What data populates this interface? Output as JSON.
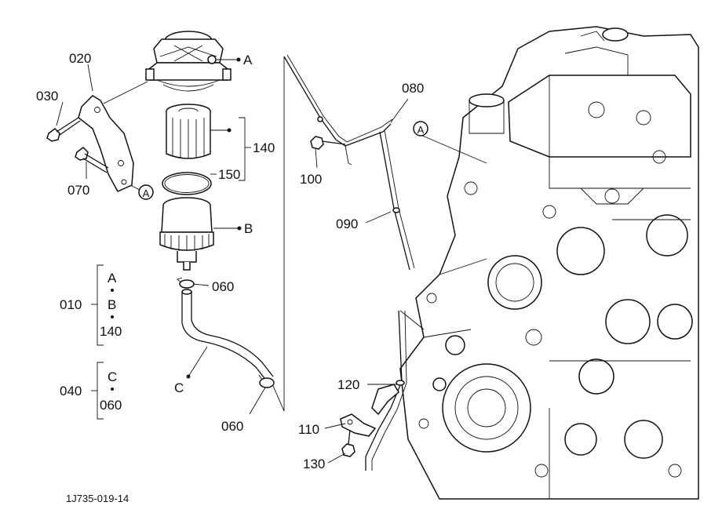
{
  "labels": {
    "p020": "020",
    "p030": "030",
    "p070": "070",
    "p140": "140",
    "p150": "150",
    "pA_head": "A",
    "pA_bracket": "A",
    "pB": "B",
    "p060_top": "060",
    "p060_bottom": "060",
    "pC": "C",
    "p080": "080",
    "pA_engine": "A",
    "p100": "100",
    "p090": "090",
    "p120": "120",
    "p110": "110",
    "p130": "130"
  },
  "kits": {
    "k010": {
      "number": "010",
      "items": [
        "A",
        "B",
        "140"
      ]
    },
    "k040": {
      "number": "040",
      "items": [
        "C",
        "060"
      ]
    }
  },
  "footer": {
    "code": "1J735-019-14"
  }
}
